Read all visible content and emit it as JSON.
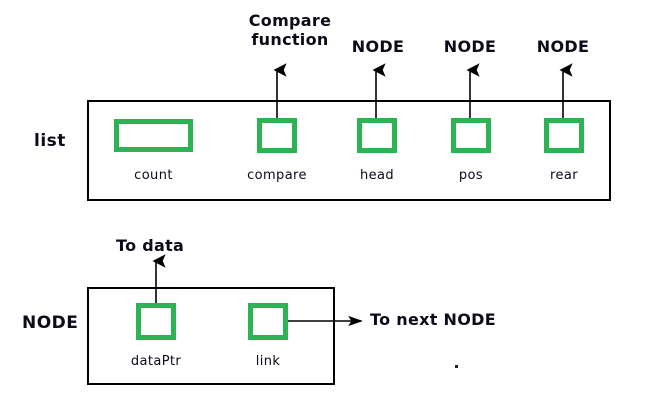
{
  "diagram": {
    "title": "Linked list structure and NODE structure diagram",
    "colors": {
      "box_stroke": "#2cb354",
      "rect_stroke": "#000000",
      "text": "#0b0b1a",
      "background": "#ffffff"
    },
    "structures": [
      {
        "name": "list",
        "fields": [
          {
            "label": "count",
            "callout": ""
          },
          {
            "label": "compare",
            "callout": "Compare\nfunction"
          },
          {
            "label": "head",
            "callout": "NODE"
          },
          {
            "label": "pos",
            "callout": "NODE"
          },
          {
            "label": "rear",
            "callout": "NODE"
          }
        ]
      },
      {
        "name": "NODE",
        "fields": [
          {
            "label": "dataPtr",
            "callout": "To data"
          },
          {
            "label": "link",
            "callout": "To next NODE"
          }
        ]
      }
    ],
    "labels": {
      "list_name": "list",
      "node_name": "NODE",
      "count": "count",
      "compare": "compare",
      "head": "head",
      "pos": "pos",
      "rear": "rear",
      "dataPtr": "dataPtr",
      "link": "link",
      "compare_callout_line1": "Compare",
      "compare_callout_line2": "function",
      "node_callout_head": "NODE",
      "node_callout_pos": "NODE",
      "node_callout_rear": "NODE",
      "to_data": "To data",
      "to_next_node": "To next NODE"
    }
  }
}
